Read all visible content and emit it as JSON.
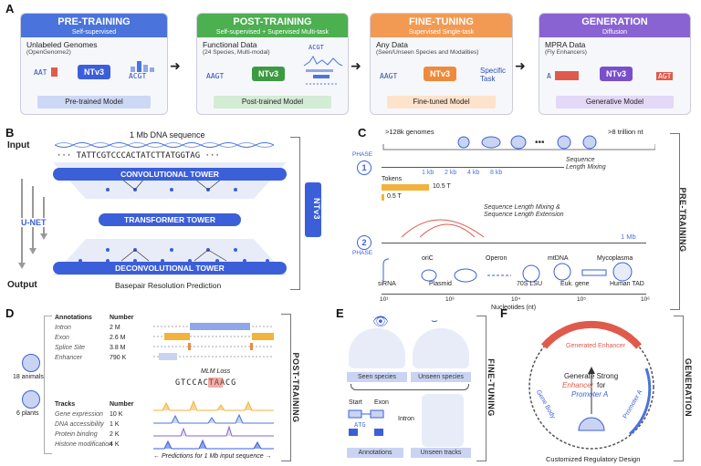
{
  "panels": {
    "A": "A",
    "B": "B",
    "C": "C",
    "D": "D",
    "E": "E",
    "F": "F"
  },
  "ntv": "NTv3",
  "stages": [
    {
      "title": "PRE-TRAINING",
      "subtitle": "Self-supervised",
      "color": "#4a74dc",
      "data1": "Unlabeled Genomes",
      "data2": "(OpenGenome2)",
      "seq_in": "AAT",
      "seq_out": "ACGT",
      "model": "Pre-trained Model",
      "model_bg": "#cdd8f5"
    },
    {
      "title": "POST-TRAINING",
      "subtitle": "Self-supervised + Supervised Multi-task",
      "color": "#4caf50",
      "data1": "Functional Data",
      "data2": "(24 Species, Multi-modal)",
      "seq_in": "AAGT",
      "seq_out": "ACGT",
      "model": "Post-trained Model",
      "model_bg": "#d3ecd4"
    },
    {
      "title": "FINE-TUNING",
      "subtitle": "Supervised Single-task",
      "color": "#f29a53",
      "data1": "Any Data",
      "data2": "(Seen/Unseen Species and Modalities)",
      "seq_in": "AAGT",
      "seq_out": "Specific Task",
      "model": "Fine-tuned Model",
      "model_bg": "#fde2cc"
    },
    {
      "title": "GENERATION",
      "subtitle": "Diffusion",
      "color": "#8a63d2",
      "data1": "MPRA Data",
      "data2": "(Fly Enhancers)",
      "seq_in": "A",
      "seq_out": "AGT",
      "model": "Generative Model",
      "model_bg": "#e3d8f5"
    }
  ],
  "b": {
    "title": "1 Mb DNA sequence",
    "input": "Input",
    "output": "Output",
    "sequence": "··· TATTCGTCCCACTATCTTATGGTAG ···",
    "conv": "CONVOLUTIONAL TOWER",
    "trans": "TRANSFORMER TOWER",
    "deconv": "DECONVOLUTIONAL TOWER",
    "unet": "U-NET",
    "bp": "Basepair Resolution Prediction"
  },
  "c": {
    "genomes": ">128k genomes",
    "nt": ">8 trillion nt",
    "phase": "PHASE",
    "p1": "1",
    "p2": "2",
    "tokens": "Tokens",
    "tok1": "10.5 T",
    "tok2": "0.5 T",
    "kb": [
      "1 kb",
      "2 kb",
      "4 kb",
      "8 kb"
    ],
    "slm": [
      "Sequence",
      "Length Mixing"
    ],
    "ext": [
      "Sequence Length Mixing &",
      "Sequence Length Extension"
    ],
    "mb": "1 Mb",
    "objects": [
      "siRNA",
      "oriC",
      "Plasmid",
      "Operon",
      "70S LSU",
      "mtDNA",
      "Euk. gene",
      "Mycoplasma",
      "Human TAD"
    ],
    "ticks": [
      "10¹",
      "10³",
      "10⁴",
      "10⁵",
      "10⁶"
    ],
    "xlabel": "Nucleotides (nt)",
    "side": "PRE-TRAINING"
  },
  "d": {
    "ann_h": "Annotations",
    "num_h": "Number",
    "ann": [
      [
        "Intron",
        "2 M"
      ],
      [
        "Exon",
        "2.6 M"
      ],
      [
        "Splice Site",
        "3.8 M"
      ],
      [
        "Enhancer",
        "790 K"
      ]
    ],
    "animals": "18 animals",
    "plants": "6 plants",
    "mlm": "MLM Loss",
    "mlm_seq": "GTCCACTAACG",
    "tracks_h": "Tracks",
    "tracks": [
      [
        "Gene expression",
        "10 K"
      ],
      [
        "DNA accessibility",
        "1 K"
      ],
      [
        "Protein binding",
        "2 K"
      ],
      [
        "Histone modification",
        "4 K"
      ]
    ],
    "pred": "← Predictions for 1 Mb input sequence →",
    "side": "POST-TRAINING"
  },
  "e": {
    "seen": "Seen species",
    "unseen": "Unseen species",
    "start": "Start",
    "exon": "Exon",
    "intron": "Intron",
    "atg": "ATG",
    "annotations": "Annotations",
    "tracks": "Unseen tracks",
    "side": "FINE-TUNING"
  },
  "f": {
    "gen": "Generated Enhancer",
    "l1": "Generate Strong",
    "l2": "Enhancer",
    "l3": "for",
    "l4": "Promoter A",
    "gene": "Gene Body",
    "prom": "Promoter A",
    "design": "Customized Regulatory Design",
    "side": "GENERATION"
  }
}
